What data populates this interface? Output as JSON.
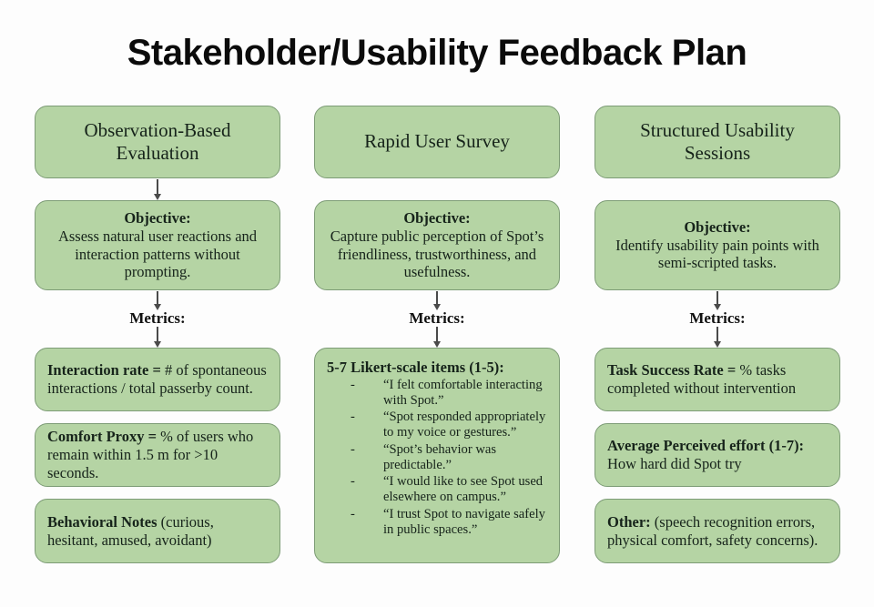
{
  "title": "Stakeholder/Usability Feedback Plan",
  "metrics_label": "Metrics:",
  "objective_label": "Objective:",
  "colors": {
    "node_fill": "#b5d4a4",
    "node_border": "#7d9c76",
    "background": "#fdfdfd",
    "text": "#16231a",
    "connector": "#4a4a4a"
  },
  "columns": [
    {
      "header": "Observation-Based Evaluation",
      "objective": "Assess natural user reactions and interaction patterns without prompting.",
      "metrics": [
        {
          "term": "Interaction rate =",
          "detail": "# of spontaneous interactions / total passerby count."
        },
        {
          "term": "Comfort Proxy =",
          "detail": "% of users who remain within 1.5 m for >10 seconds."
        },
        {
          "term": "Behavioral Notes",
          "detail": "(curious, hesitant, amused, avoidant)"
        }
      ]
    },
    {
      "header": "Rapid User Survey",
      "objective": "Capture public perception of Spot’s friendliness, trustworthiness, and usefulness.",
      "likert": {
        "title": "5-7 Likert-scale items (1-5):",
        "items": [
          "“I felt comfortable interacting with Spot.”",
          "“Spot responded appropriately to my voice or gestures.”",
          "“Spot’s behavior was predictable.”",
          "“I would like to see Spot used elsewhere on campus.”",
          "“I trust Spot to navigate safely in public spaces.”"
        ]
      }
    },
    {
      "header": "Structured Usability Sessions",
      "objective": "Identify usability pain points with semi-scripted tasks.",
      "metrics": [
        {
          "term": "Task Success Rate =",
          "detail": "% tasks completed without intervention"
        },
        {
          "term": "Average Perceived effort (1-7):",
          "detail": "How hard did Spot try"
        },
        {
          "term": "Other:",
          "detail": "(speech recognition errors, physical comfort, safety concerns)."
        }
      ]
    }
  ]
}
